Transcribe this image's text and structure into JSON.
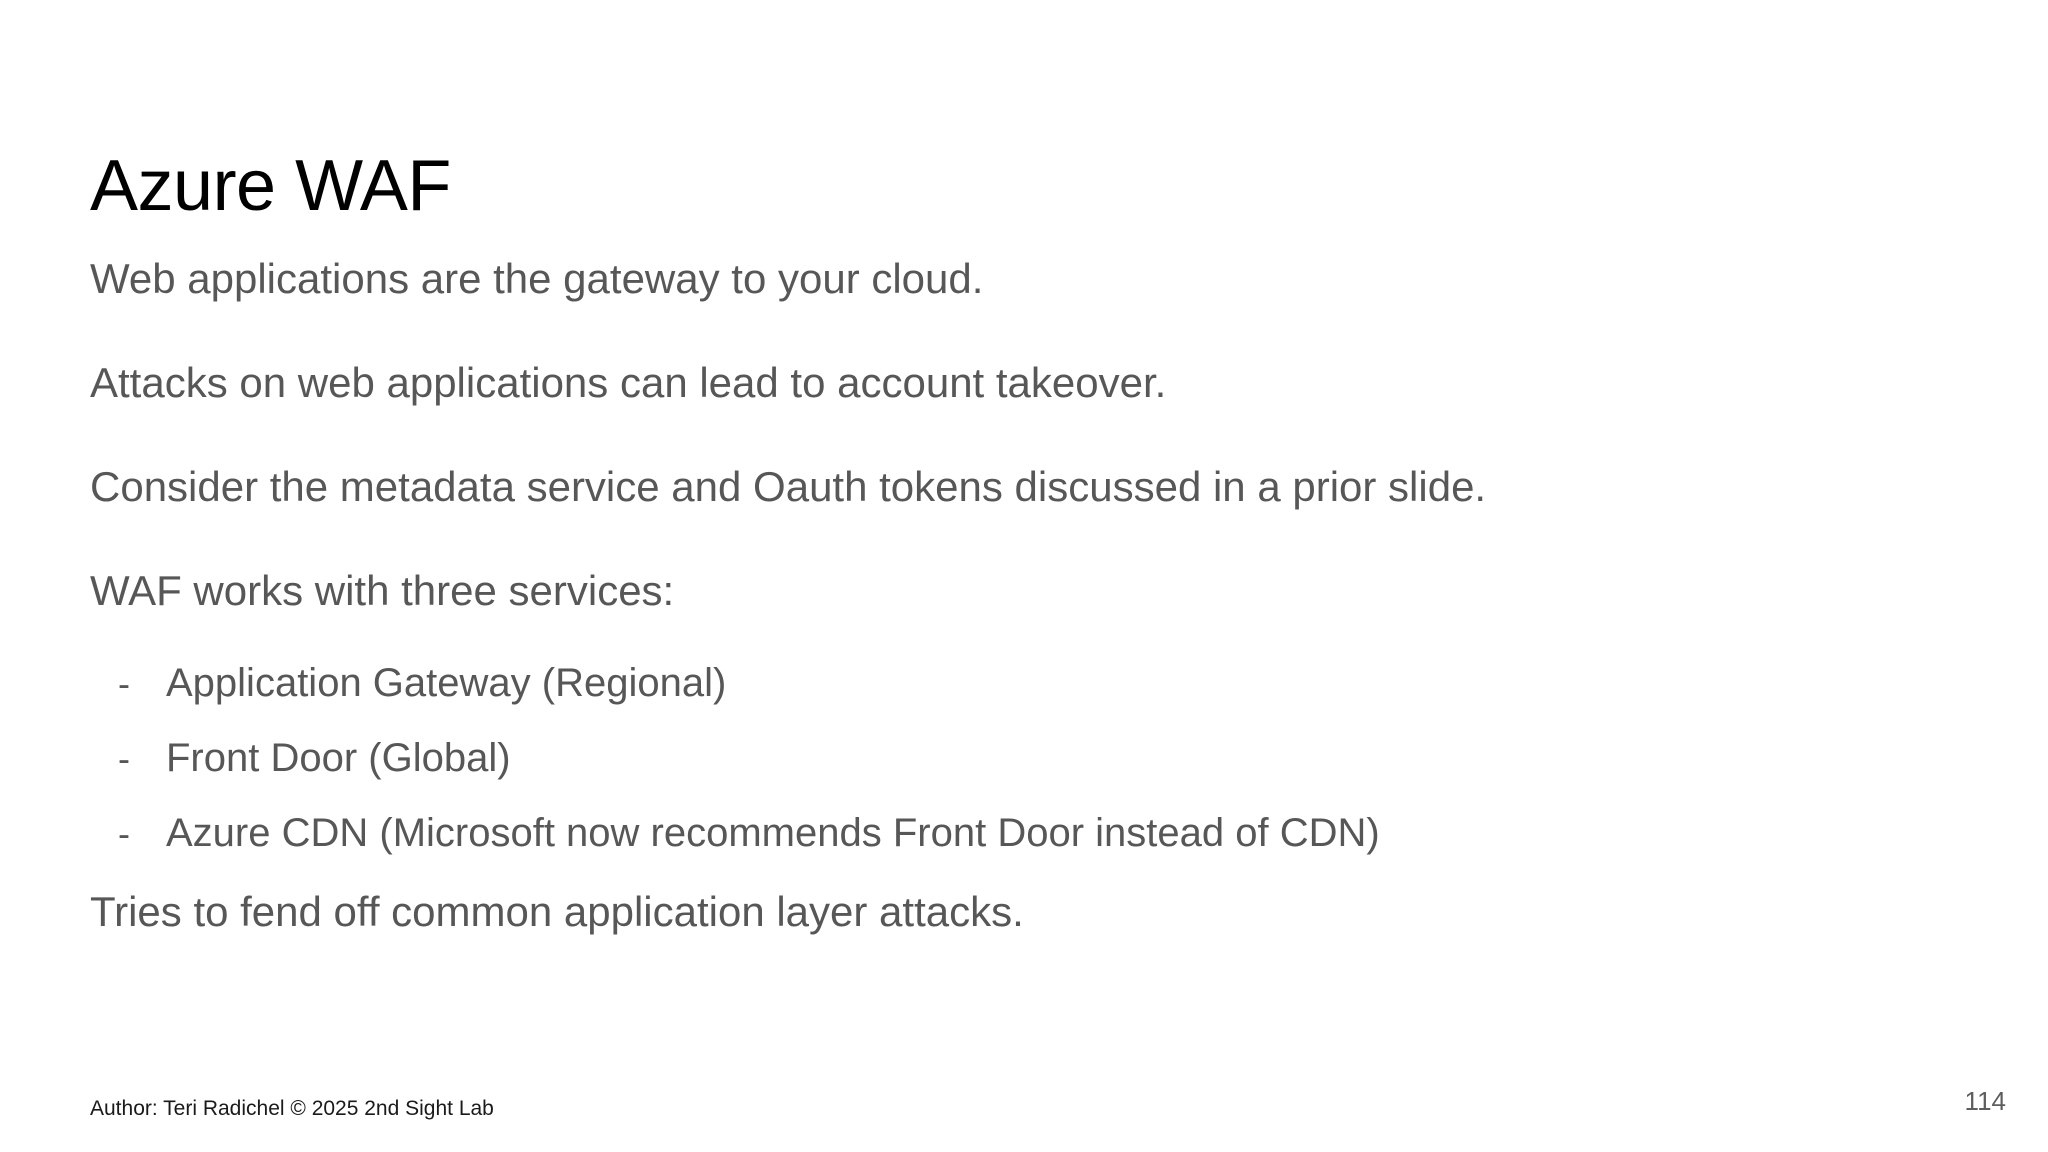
{
  "slide": {
    "title": "Azure WAF",
    "title_color": "#000000",
    "body_color": "#575757",
    "background_color": "#ffffff",
    "paragraphs": [
      "Web applications are the gateway to your cloud.",
      "Attacks on web applications can lead to account takeover.",
      "Consider the metadata service and Oauth tokens discussed in a prior slide."
    ],
    "list_lead_in": "WAF works with three services:",
    "bullet_marker": "-",
    "bullets": [
      "Application Gateway (Regional)",
      "Front Door (Global)",
      "Azure CDN (Microsoft now recommends Front Door instead of CDN)"
    ],
    "closing_line": "Tries to fend off common application layer attacks."
  },
  "footer": {
    "author": "Author: Teri Radichel © 2025 2nd Sight Lab",
    "page_number": "114"
  }
}
